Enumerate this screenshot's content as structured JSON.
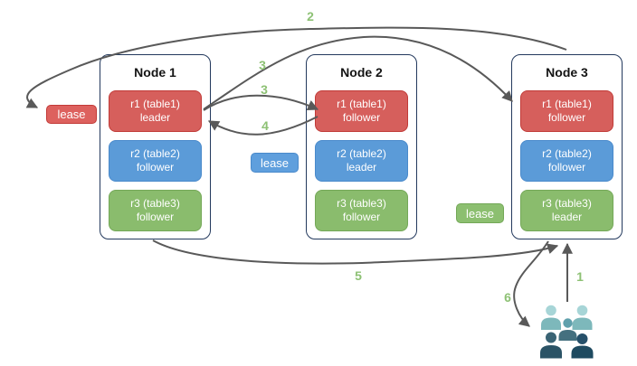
{
  "nodes": [
    {
      "title": "Node 1",
      "replicas": [
        {
          "name": "r1 (table1)",
          "role": "leader"
        },
        {
          "name": "r2 (table2)",
          "role": "follower"
        },
        {
          "name": "r3 (table3)",
          "role": "follower"
        }
      ]
    },
    {
      "title": "Node 2",
      "replicas": [
        {
          "name": "r1 (table1)",
          "role": "follower"
        },
        {
          "name": "r2 (table2)",
          "role": "leader"
        },
        {
          "name": "r3 (table3)",
          "role": "follower"
        }
      ]
    },
    {
      "title": "Node 3",
      "replicas": [
        {
          "name": "r1 (table1)",
          "role": "follower"
        },
        {
          "name": "r2 (table2)",
          "role": "follower"
        },
        {
          "name": "r3 (table3)",
          "role": "leader"
        }
      ]
    }
  ],
  "leases": [
    {
      "label": "lease",
      "color": "red"
    },
    {
      "label": "lease",
      "color": "blue"
    },
    {
      "label": "lease",
      "color": "green"
    }
  ],
  "arrow_labels": [
    "2",
    "3",
    "3",
    "4",
    "5",
    "1",
    "6"
  ],
  "icons": {
    "users": "users-icon"
  },
  "colors": {
    "arrow": "#595959",
    "step_label": "#8dc174",
    "node_border": "#23395d",
    "red_fill": "#d65f5c",
    "red_border": "#c13b38",
    "blue_fill": "#5b9bd8",
    "blue_border": "#4a8acb",
    "green_fill": "#8abc6d",
    "green_border": "#74a858",
    "users_light_head": "#a7d5d7",
    "users_light_body": "#7db8bb",
    "users_mid_head": "#5fa0ac",
    "users_mid_body": "#45707f",
    "users_dark_head": "#3a6374",
    "users_dark_body": "#2b5366",
    "users_navy_head": "#26506a",
    "users_navy_body": "#1e4a60"
  }
}
